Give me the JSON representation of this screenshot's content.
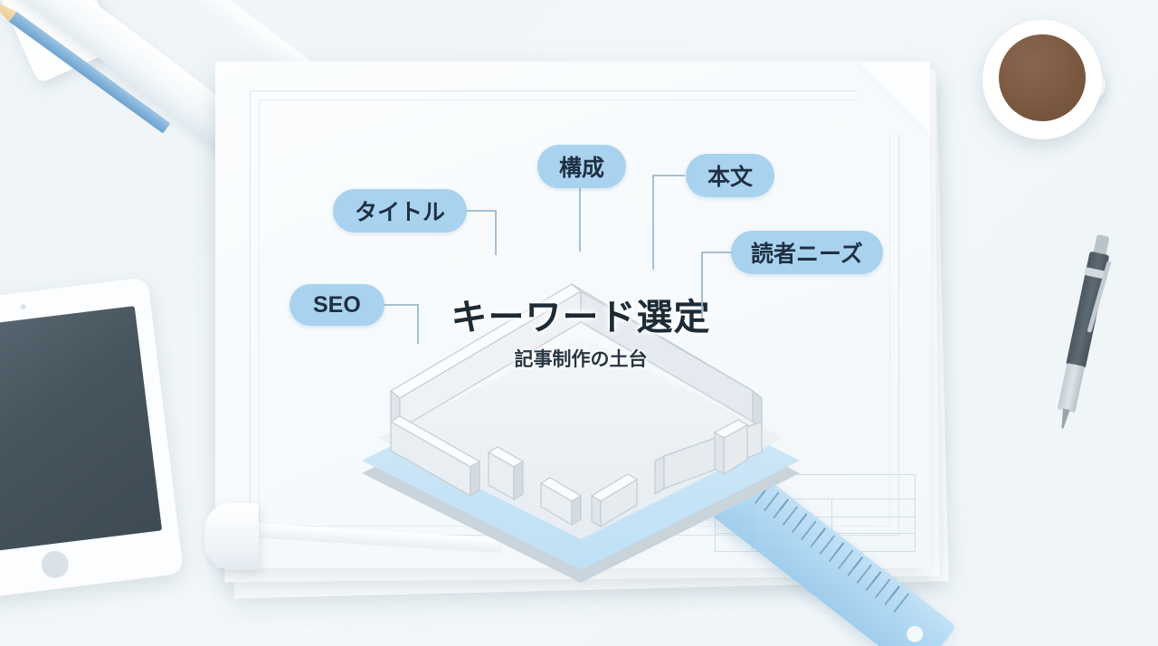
{
  "scene": {
    "background_color": "#f1f6f8",
    "accent_color": "#a9d2ef",
    "text_color": "#1f3042"
  },
  "center": {
    "title": "キーワード選定",
    "subtitle": "記事制作の土台"
  },
  "labels": [
    {
      "id": "title",
      "text": "タイトル",
      "icon": "pill-label"
    },
    {
      "id": "seo",
      "text": "SEO",
      "icon": "pill-label"
    },
    {
      "id": "kousei",
      "text": "構成",
      "icon": "pill-label"
    },
    {
      "id": "honbun",
      "text": "本文",
      "icon": "pill-label"
    },
    {
      "id": "needs",
      "text": "読者ニーズ",
      "icon": "pill-label"
    }
  ],
  "props": {
    "coffee_cup": "coffee-cup-icon",
    "pencil": "pencil-icon",
    "pen": "pen-icon",
    "tablet": "tablet-icon",
    "phone": "smartphone-icon",
    "ruler": "ruler-icon",
    "blueprint": "blueprint-sheet",
    "foundation": "isometric-foundation"
  }
}
